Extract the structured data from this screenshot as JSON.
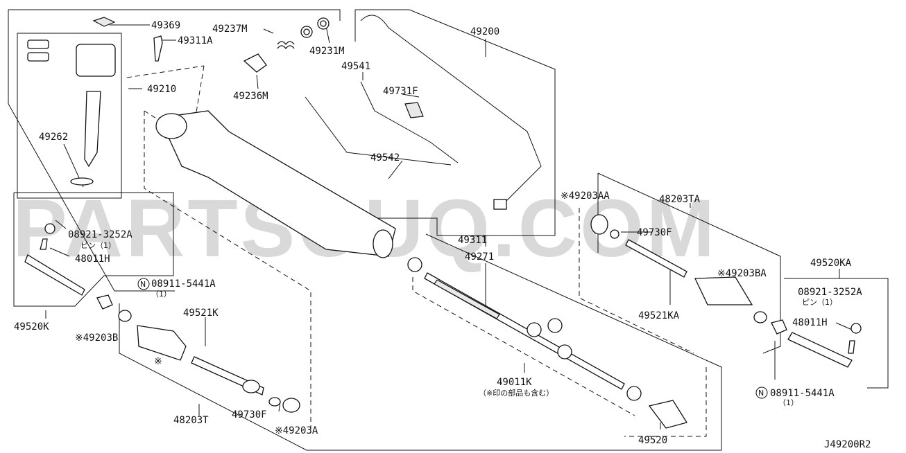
{
  "watermark": "PARTSOUQ.COM",
  "diagram_code": "J49200R2",
  "labels": {
    "p49369": "49369",
    "p49311A": "49311A",
    "p49237M": "49237M",
    "p49231M": "49231M",
    "p49236M": "49236M",
    "p49200": "49200",
    "p49541": "49541",
    "p49731F": "49731F",
    "p49210": "49210",
    "p49262": "49262",
    "p49542": "49542",
    "p08921_l": "08921-3252A",
    "pin_l": "ピン（1）",
    "p48011H_l": "48011H",
    "p49520K": "49520K",
    "p08911_l": "08911-5441A",
    "qty1_l": "（1）",
    "p49521K": "49521K",
    "p49203B": "※49203B",
    "mark": "※",
    "p48203T": "48203T",
    "p49730F_l": "49730F",
    "p49203A": "※49203A",
    "p49311": "49311",
    "p49271": "49271",
    "p49011K": "49011K",
    "note49011K": "（※印の部品も含む）",
    "p49520": "49520",
    "p49203AA": "※49203AA",
    "p48203TA": "48203TA",
    "p49730F_r": "49730F",
    "p49203BA": "※49203BA",
    "p49521KA": "49521KA",
    "p49520KA": "49520KA",
    "p08921_r": "08921-3252A",
    "pin_r": "ピン（1）",
    "p48011H_r": "48011H",
    "p08911_r": "08911-5441A",
    "qty1_r": "（1）",
    "n_symbol": "N"
  },
  "icons": [
    "n-circle-symbol"
  ]
}
